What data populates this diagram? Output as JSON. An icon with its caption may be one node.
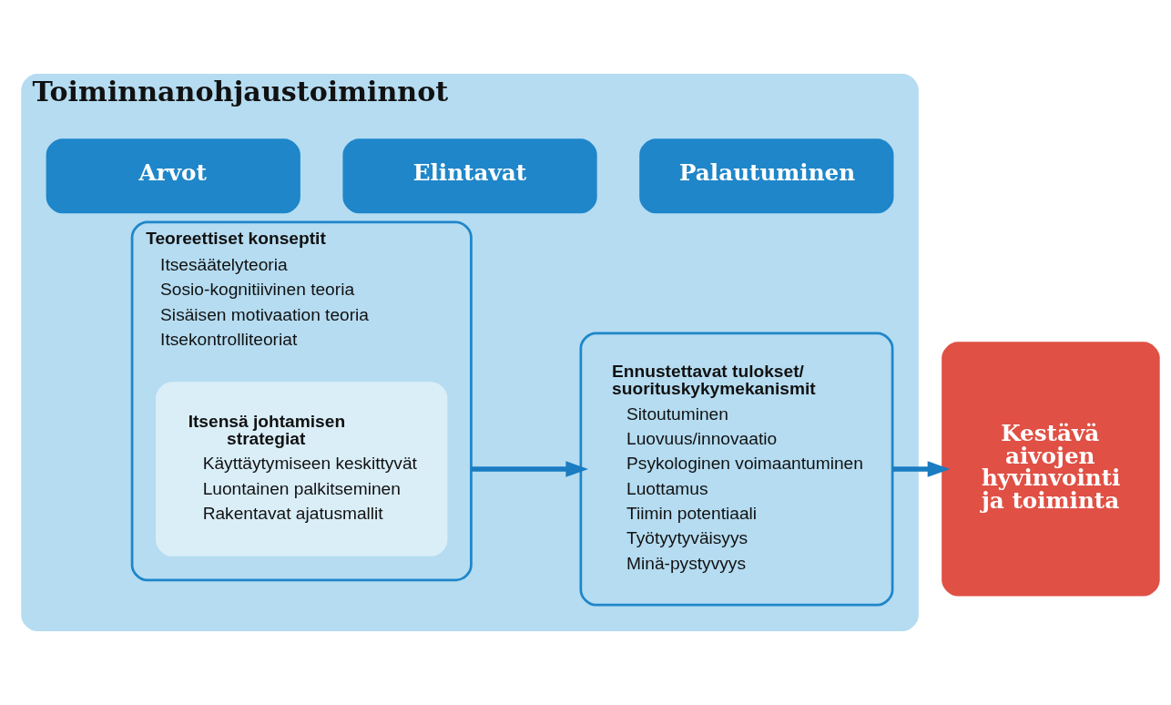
{
  "diagram": {
    "nodes": [
      {
        "text": [
          "Toiminnanohjaustoiminnot"
        ]
      },
      {
        "text": [
          "Arvot"
        ],
        "in": 0
      },
      {
        "text": [
          "Elintavat"
        ],
        "in": 0
      },
      {
        "text": [
          "Palautuminen"
        ],
        "in": 0
      },
      {
        "text": [
          "Teoreettiset konseptit",
          "Itsesäätelyteoria",
          "Sosio-kognitiivinen teoria",
          "Sisäisen motivaation teoria",
          "Itsekontrolliteoriat"
        ],
        "in": 0
      },
      {
        "text": [
          "Itsensä johtamisen strategiat",
          "Käyttäytymiseen keskittyvät",
          "Luontainen palkitseminen",
          "Rakentavat ajatusmallit"
        ],
        "in": 4
      },
      {
        "text": [
          "Ennustettavat tulokset/ suorituskykymekanismit",
          "Sitoutuminen",
          "Luovuus/innovaatio",
          "Psykologinen voimaantuminen",
          "Luottamus",
          "Tiimin potentiaali",
          "Työtyytyväisyys",
          "Minä-pystyvyys"
        ],
        "in": 0
      },
      {
        "text": [
          "Kestävä aivojen hyvinvointi ja toiminta"
        ]
      }
    ],
    "edges": [
      {
        "from": 4,
        "to": 6,
        "arrow": "to"
      },
      {
        "from": 6,
        "to": 7,
        "arrow": "to"
      }
    ]
  }
}
